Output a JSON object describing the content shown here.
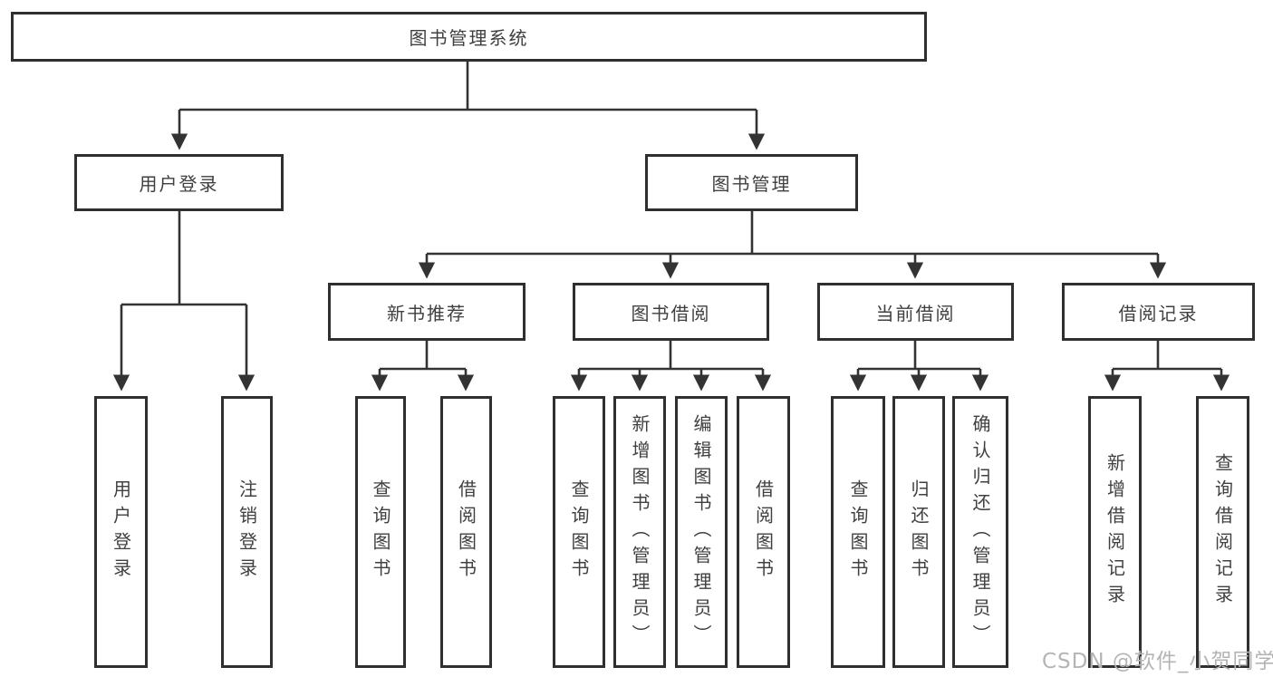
{
  "diagram": {
    "title": "图书管理系统",
    "level2": [
      {
        "label": "用户登录"
      },
      {
        "label": "图书管理"
      }
    ],
    "level3": [
      {
        "label": "新书推荐",
        "parent": "图书管理"
      },
      {
        "label": "图书借阅",
        "parent": "图书管理"
      },
      {
        "label": "当前借阅",
        "parent": "图书管理"
      },
      {
        "label": "借阅记录",
        "parent": "图书管理"
      }
    ],
    "leaves": [
      {
        "label": "用户登录",
        "parent": "用户登录"
      },
      {
        "label": "注销登录",
        "parent": "用户登录"
      },
      {
        "label": "查询图书",
        "parent": "新书推荐"
      },
      {
        "label": "借阅图书",
        "parent": "新书推荐"
      },
      {
        "label": "查询图书",
        "parent": "图书借阅"
      },
      {
        "label": "新增图书（管理员）",
        "parent": "图书借阅"
      },
      {
        "label": "编辑图书（管理员）",
        "parent": "图书借阅"
      },
      {
        "label": "借阅图书",
        "parent": "图书借阅"
      },
      {
        "label": "查询图书",
        "parent": "当前借阅"
      },
      {
        "label": "归还图书",
        "parent": "当前借阅"
      },
      {
        "label": "确认归还（管理员）",
        "parent": "当前借阅"
      },
      {
        "label": "新增借阅记录",
        "parent": "借阅记录"
      },
      {
        "label": "查询借阅记录",
        "parent": "借阅记录"
      }
    ],
    "watermark": "CSDN @软件_小贺同学",
    "colors": {
      "line": "#333333",
      "border": "#2f2f2f",
      "text": "#404040",
      "watermark": "#b4b4b4"
    }
  }
}
